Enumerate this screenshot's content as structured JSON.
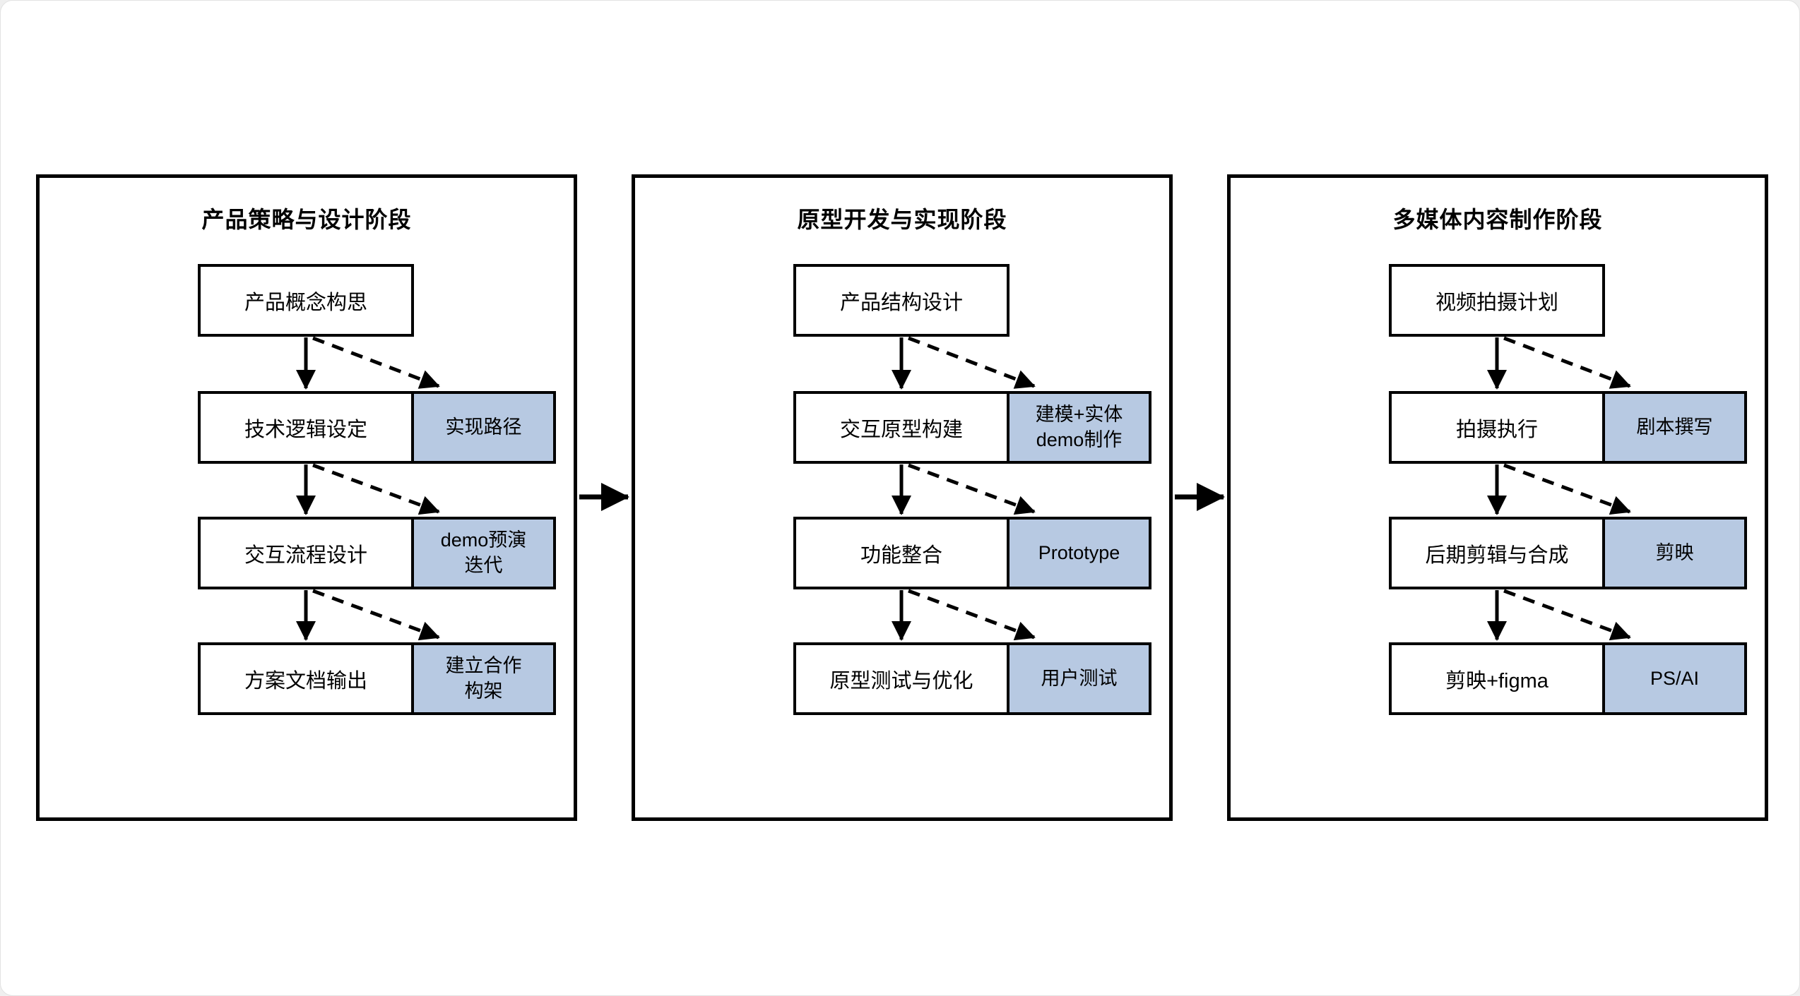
{
  "colors": {
    "tool_box_fill": "#B7C9E2",
    "line_color": "#000000",
    "panel_background": "#ffffff"
  },
  "panels": [
    {
      "title": "产品策略与设计阶段",
      "rows": [
        {
          "main": "产品概念构思"
        },
        {
          "main": "技术逻辑设定",
          "sub": "实现路径"
        },
        {
          "main": "交互流程设计",
          "sub": "demo预演\n迭代"
        },
        {
          "main": "方案文档输出",
          "sub": "建立合作\n构架"
        }
      ]
    },
    {
      "title": "原型开发与实现阶段",
      "rows": [
        {
          "main": "产品结构设计"
        },
        {
          "main": "交互原型构建",
          "sub": "建模+实体\ndemo制作"
        },
        {
          "main": "功能整合",
          "sub": "Prototype"
        },
        {
          "main": "原型测试与优化",
          "sub": "用户测试"
        }
      ]
    },
    {
      "title": "多媒体内容制作阶段",
      "rows": [
        {
          "main": "视频拍摄计划"
        },
        {
          "main": "拍摄执行",
          "sub": "剧本撰写"
        },
        {
          "main": "后期剪辑与合成",
          "sub": "剪映"
        },
        {
          "main": "剪映+figma",
          "sub": "PS/AI"
        }
      ]
    }
  ]
}
